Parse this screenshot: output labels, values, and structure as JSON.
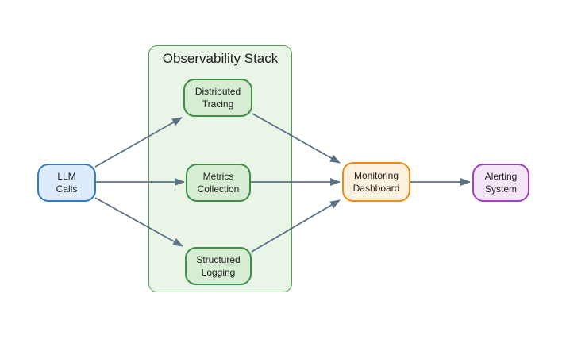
{
  "diagram": {
    "container": {
      "title": "Observability Stack"
    },
    "nodes": {
      "llm_calls": {
        "line1": "LLM",
        "line2": "Calls"
      },
      "distributed_tracing": {
        "line1": "Distributed",
        "line2": "Tracing"
      },
      "metrics_collection": {
        "line1": "Metrics",
        "line2": "Collection"
      },
      "structured_logging": {
        "line1": "Structured",
        "line2": "Logging"
      },
      "monitoring_dashboard": {
        "line1": "Monitoring",
        "line2": "Dashboard"
      },
      "alerting_system": {
        "line1": "Alerting",
        "line2": "System"
      }
    },
    "edges": [
      {
        "from": "LLM Calls",
        "to": "Distributed Tracing"
      },
      {
        "from": "LLM Calls",
        "to": "Metrics Collection"
      },
      {
        "from": "LLM Calls",
        "to": "Structured Logging"
      },
      {
        "from": "Distributed Tracing",
        "to": "Monitoring Dashboard"
      },
      {
        "from": "Metrics Collection",
        "to": "Monitoring Dashboard"
      },
      {
        "from": "Structured Logging",
        "to": "Monitoring Dashboard"
      },
      {
        "from": "Monitoring Dashboard",
        "to": "Alerting System"
      }
    ]
  },
  "colors": {
    "llm_fill": "#ddebfc",
    "llm_stroke": "#2e7cc4",
    "stack_fill": "#e9f5e7",
    "stack_stroke": "#4aa14e",
    "stage_fill": "#d6ecd3",
    "stage_stroke": "#3e8e44",
    "dashboard_fill": "#fdf0dc",
    "dashboard_stroke": "#ef8a12",
    "alert_fill": "#f4e6f8",
    "alert_stroke": "#a13fc1",
    "edge_stroke": "#5b7286",
    "text": "#1f1f1f",
    "background": "#ffffff"
  }
}
